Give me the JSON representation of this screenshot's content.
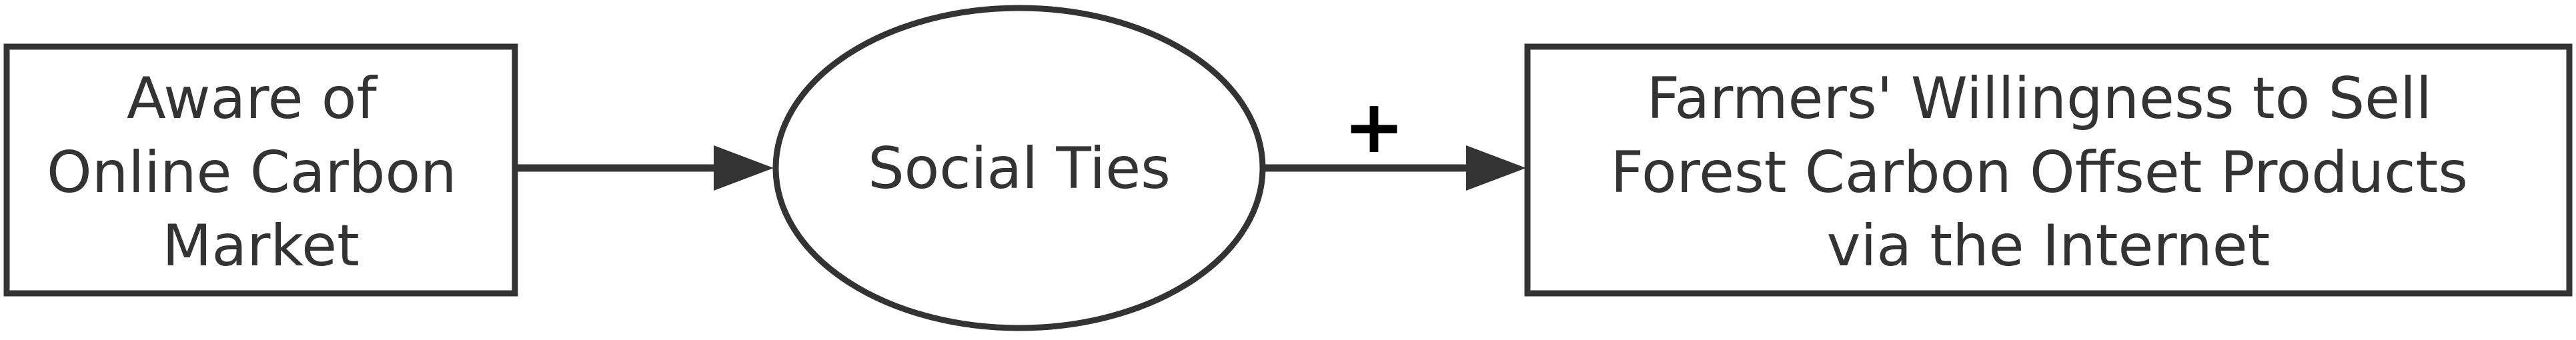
{
  "diagram": {
    "nodes": {
      "aware": {
        "shape": "rectangle",
        "lines": [
          "Aware of",
          "Online Carbon",
          "Market"
        ]
      },
      "social": {
        "shape": "ellipse",
        "lines": [
          "Social Ties"
        ]
      },
      "willingness": {
        "shape": "rectangle",
        "lines": [
          "Farmers' Willingness to Sell",
          "Forest Carbon Offset Products",
          "via the Internet"
        ]
      }
    },
    "edges": [
      {
        "from": "aware",
        "to": "social",
        "label": ""
      },
      {
        "from": "social",
        "to": "willingness",
        "label": "+"
      }
    ],
    "colors": {
      "stroke": "#333333",
      "text": "#333333",
      "background": "#ffffff"
    }
  }
}
